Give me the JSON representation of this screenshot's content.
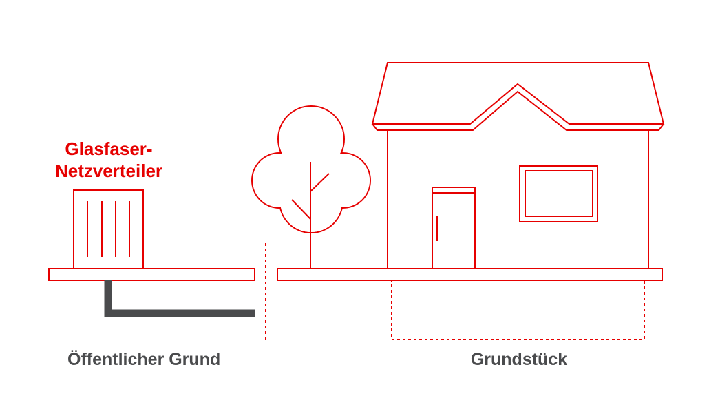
{
  "labels": {
    "distributor_line1": "Glasfaser-",
    "distributor_line2": "Netzverteiler",
    "public_ground": "Öffentlicher Grund",
    "property": "Grundstück"
  },
  "colors": {
    "accent": "#e60000",
    "cable": "#4a4b4d",
    "text": "#4a4b4d"
  }
}
